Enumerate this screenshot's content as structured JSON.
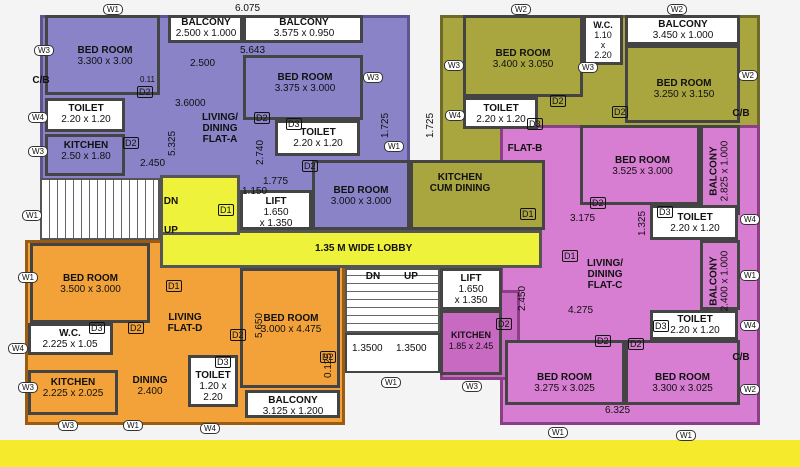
{
  "colors": {
    "flat_a": "#8a83c8",
    "flat_b": "#a9a640",
    "flat_c": "#d77ed2",
    "flat_d": "#f2a238",
    "lobby": "#eef23a",
    "bottom_strip": "#f5ea2c",
    "wall": "#444444"
  },
  "rooms": {
    "a_bed1": {
      "name": "BED ROOM",
      "dim": "3.300 x 3.00"
    },
    "a_bed2": {
      "name": "BED ROOM",
      "dim": "3.375 x 3.000"
    },
    "a_toilet1": {
      "name": "TOILET",
      "dim": "2.20 x 1.20"
    },
    "a_kitchen": {
      "name": "KITCHEN",
      "dim": "2.50 x 1.80"
    },
    "a_living": {
      "name": "LIVING/",
      "name2": "DINING",
      "flat": "FLAT-A"
    },
    "a_toilet2": {
      "name": "TOILET",
      "dim": "2.20 x 1.20"
    },
    "a_balc1": {
      "name": "BALCONY",
      "dim": "2.500 x 1.000"
    },
    "a_balc2": {
      "name": "BALCONY",
      "dim": "3.575 x 0.950"
    },
    "lift1": {
      "name": "LIFT",
      "dim": "1.650",
      "dim2": "x 1.350"
    },
    "bed_mid": {
      "name": "BED ROOM",
      "dim": "3.000 x 3.000"
    },
    "b_bed1": {
      "name": "BED ROOM",
      "dim": "3.400 x 3.050"
    },
    "b_wc": {
      "name": "W.C.",
      "dim": "1.10",
      "dim2": "x",
      "dim3": "2.20"
    },
    "b_balc": {
      "name": "BALCONY",
      "dim": "3.450 x 1.000"
    },
    "b_bed2": {
      "name": "BED ROOM",
      "dim": "3.250 x 3.150"
    },
    "b_toilet": {
      "name": "TOILET",
      "dim": "2.20 x 1.20"
    },
    "b_kitchen": {
      "name": "KITCHEN",
      "name2": "CUM DINING",
      "flat": "FLAT-B"
    },
    "c_bed1": {
      "name": "BED ROOM",
      "dim": "3.525 x 3.000"
    },
    "c_balc1": {
      "name": "BALCONY",
      "dim": "2.825 x 1.000"
    },
    "c_toilet1": {
      "name": "TOILET",
      "dim": "2.20 x 1.20"
    },
    "c_living": {
      "name": "LIVING/",
      "name2": "DINING",
      "flat": "FLAT-C"
    },
    "c_balc2": {
      "name": "BALCONY",
      "dim": "2.400 x 1.000"
    },
    "c_toilet2": {
      "name": "TOILET",
      "dim": "2.20 x 1.20"
    },
    "c_bed2": {
      "name": "BED ROOM",
      "dim": "3.275 x 3.025"
    },
    "c_bed3": {
      "name": "BED ROOM",
      "dim": "3.300 x 3.025"
    },
    "kitchen_mid": {
      "name": "KITCHEN",
      "dim": "1.85 x 2.45"
    },
    "lift2": {
      "name": "LIFT",
      "dim": "1.650",
      "dim2": "x 1.350"
    },
    "d_bed1": {
      "name": "BED ROOM",
      "dim": "3.500 x 3.000"
    },
    "d_wc": {
      "name": "W.C.",
      "dim": "2.225 x 1.05"
    },
    "d_living": {
      "name": "LIVING",
      "flat": "FLAT-D"
    },
    "d_kitchen": {
      "name": "KITCHEN",
      "dim": "2.225 x 2.025"
    },
    "d_dining": {
      "name": "DINING",
      "dim": "2.400"
    },
    "d_toilet": {
      "name": "TOILET",
      "dim": "1.20 x",
      "dim2": "2.20"
    },
    "d_bed2": {
      "name": "BED ROOM",
      "dim": "3.000 x 4.475"
    },
    "d_balc": {
      "name": "BALCONY",
      "dim": "3.125 x 1.200"
    }
  },
  "lobby": {
    "label": "1.35 M WIDE LOBBY"
  },
  "stairs": {
    "dn": "DN",
    "up": "UP"
  },
  "dims": {
    "top_width": "6.075",
    "d5643": "5.643",
    "d2500": "2.500",
    "d3600": "3.6000",
    "d5325": "5.325",
    "d2740": "2.740",
    "d2450a": "2.450",
    "d1150": "1.150",
    "d1775": "1.775",
    "d1725a": "1.725",
    "d1725b": "1.725",
    "d3175": "3.175",
    "d1325": "1.325",
    "d4275": "4.275",
    "d2450b": "2.450",
    "d5650": "5.650",
    "d0125": "0.125",
    "d13500a": "1.3500",
    "d13500b": "1.3500",
    "bottom_width": "6.325",
    "d011": "0.11"
  },
  "doors": {
    "d1": "D1",
    "d2": "D2",
    "d3": "D3"
  },
  "windows": {
    "w1": "W1",
    "w2": "W2",
    "w3": "W3",
    "w4": "W4"
  },
  "cb": "C/B"
}
